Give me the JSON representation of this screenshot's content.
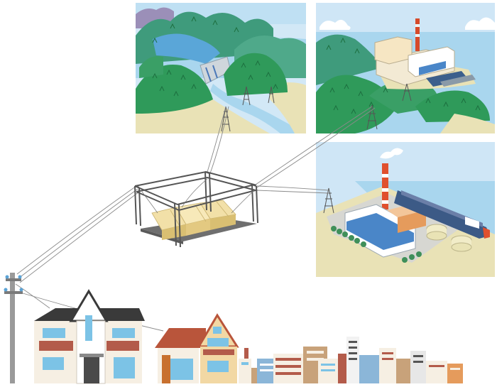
{
  "scene": {
    "panels": [
      {
        "id": "hydro",
        "kind": "hydroelectric-dam"
      },
      {
        "id": "thermal",
        "kind": "thermal-power-plant"
      },
      {
        "id": "industrial",
        "kind": "oil-fired-plant-with-tanker"
      }
    ],
    "components": [
      "transmission-tower",
      "substation",
      "utility-pole",
      "houses",
      "city-buildings"
    ],
    "colors": {
      "sky": "#cfe6f6",
      "sea": "#a9d6ee",
      "mountain_dark": "#3f9b7c",
      "mountain_light": "#63b58e",
      "hill_green": "#2f9a5a",
      "land": "#e9e2b6",
      "steel": "#666666",
      "wire": "#8a8a8a",
      "roof_dark": "#3a3a3a",
      "roof_red": "#b9553b",
      "chimney_red": "#e0502e",
      "wall_cream": "#f6efe3"
    }
  }
}
